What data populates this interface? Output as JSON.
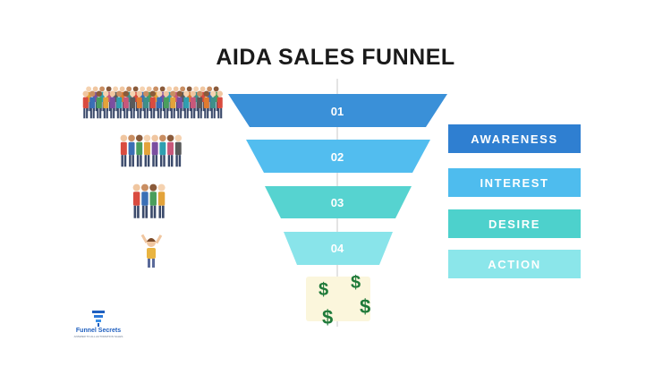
{
  "title": "AIDA SALES FUNNEL",
  "funnel": {
    "levels": [
      {
        "number": "01",
        "label": "AWARENESS",
        "color": "#3a90d8",
        "label_color": "#2f7fd1"
      },
      {
        "number": "02",
        "label": "INTEREST",
        "color": "#52bdef",
        "label_color": "#4ebcee"
      },
      {
        "number": "03",
        "label": "DESIRE",
        "color": "#56d3d0",
        "label_color": "#4dd1cc"
      },
      {
        "number": "04",
        "label": "ACTION",
        "color": "#89e4ea",
        "label_color": "#8be6ea"
      }
    ],
    "result_symbol": "$",
    "result_color": "#1f7a3a"
  },
  "logo": {
    "name": "Funnel Secrets",
    "tagline": "ANSWER TO ALL AUTOMATION SALES"
  }
}
